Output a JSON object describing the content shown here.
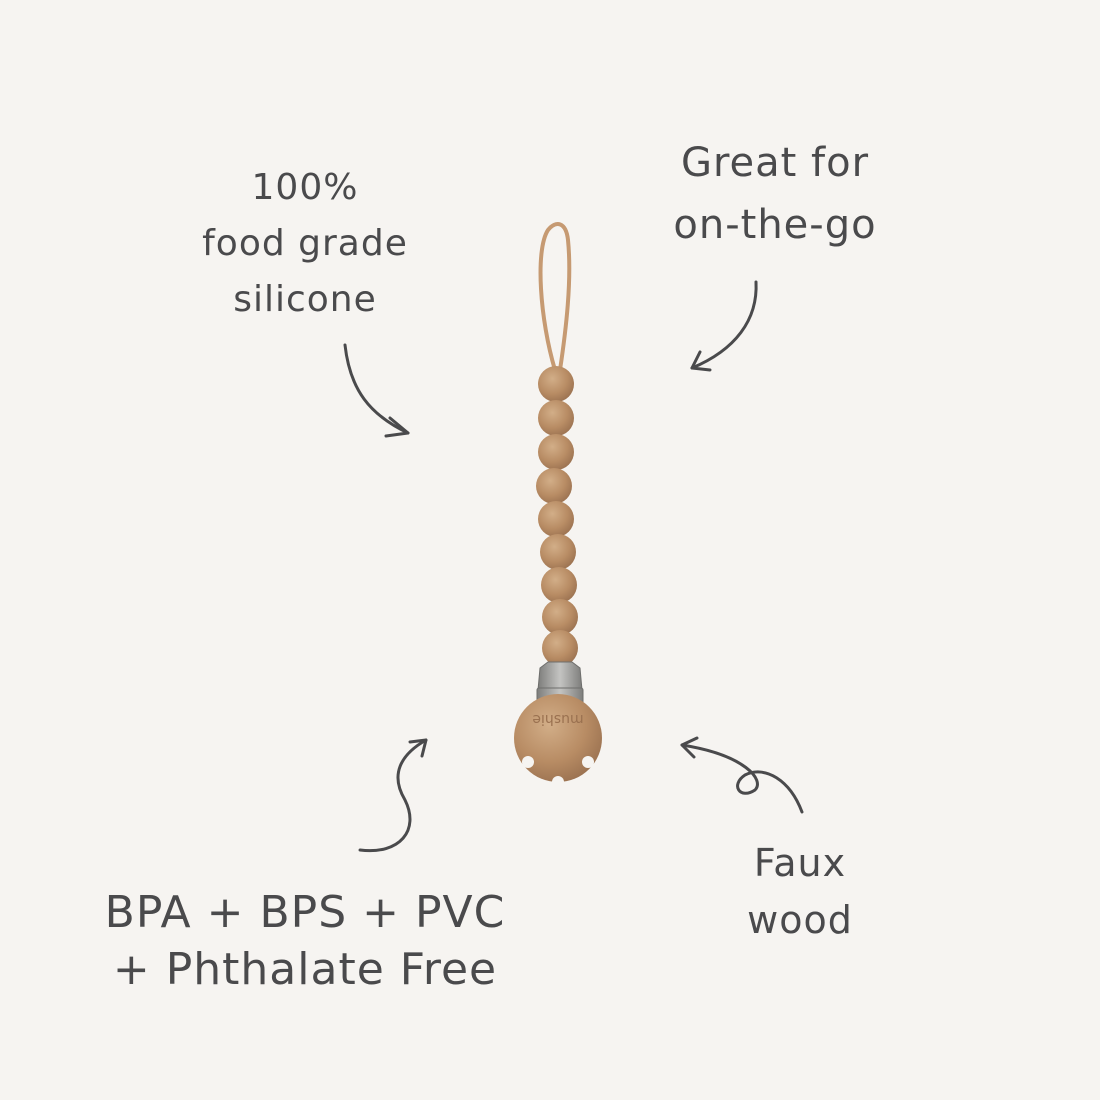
{
  "annotations": {
    "material": {
      "lines": [
        "100%",
        "food grade",
        "silicone"
      ]
    },
    "portable": {
      "lines": [
        "Great for",
        "on-the-go"
      ]
    },
    "safety": {
      "lines": [
        "BPA + BPS + PVC",
        "+ Phthalate Free"
      ]
    },
    "finish": {
      "lines": [
        "Faux",
        "wood"
      ]
    }
  },
  "product": {
    "name": "pacifier clip",
    "brand_engraving": "mushie",
    "bead_count": 9,
    "colors": {
      "bead": "#b88c64",
      "strap": "#c69a72",
      "clip_metal": "#9a9a98",
      "background": "#f6f4f1",
      "ink": "#4a4a4c"
    }
  }
}
